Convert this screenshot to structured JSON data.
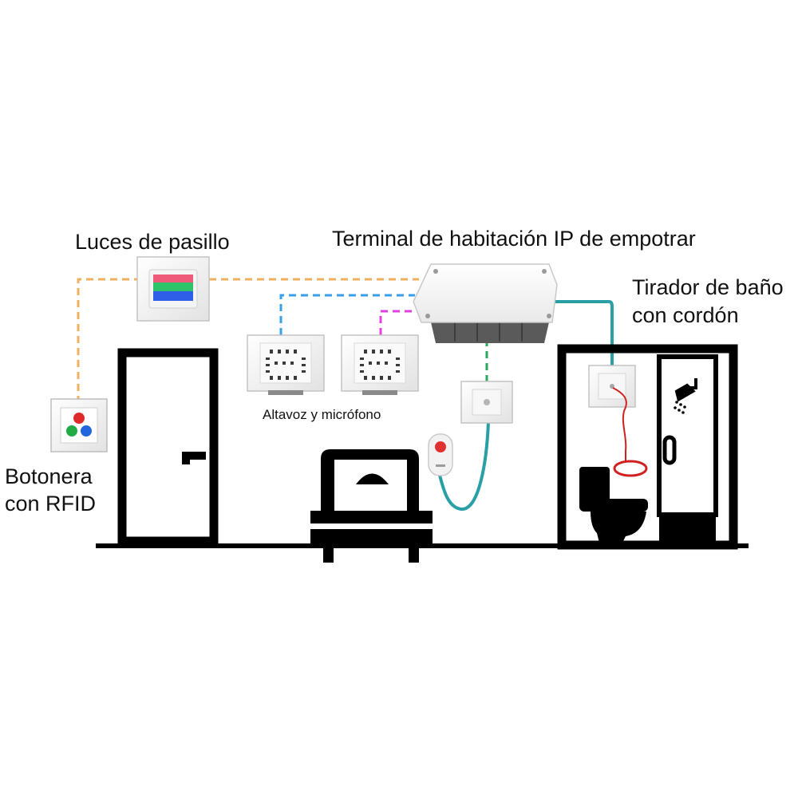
{
  "labels": {
    "hall_lights": "Luces de pasillo",
    "room_terminal": "Terminal de habitación IP de empotrar",
    "bath_pull_line1": "Tirador de baño",
    "bath_pull_line2": "con cordón",
    "keypad_line1": "Botonera",
    "keypad_line2": "con RFID",
    "speaker_mic": "Altavoz y micrófono"
  },
  "colors": {
    "hall_lights_line": "#f0b060",
    "speaker_line": "#3a9ee8",
    "mic_line": "#e040e0",
    "bed_call_line": "#2aa860",
    "teal_cable": "#2a9fa6",
    "pull_cord": "#d02020",
    "silhouette": "#000000"
  },
  "icons": [
    "door-icon",
    "bed-icon",
    "toilet-icon",
    "shower-icon",
    "shower-head-icon",
    "pull-cord-icon",
    "hand-pendant-icon"
  ]
}
